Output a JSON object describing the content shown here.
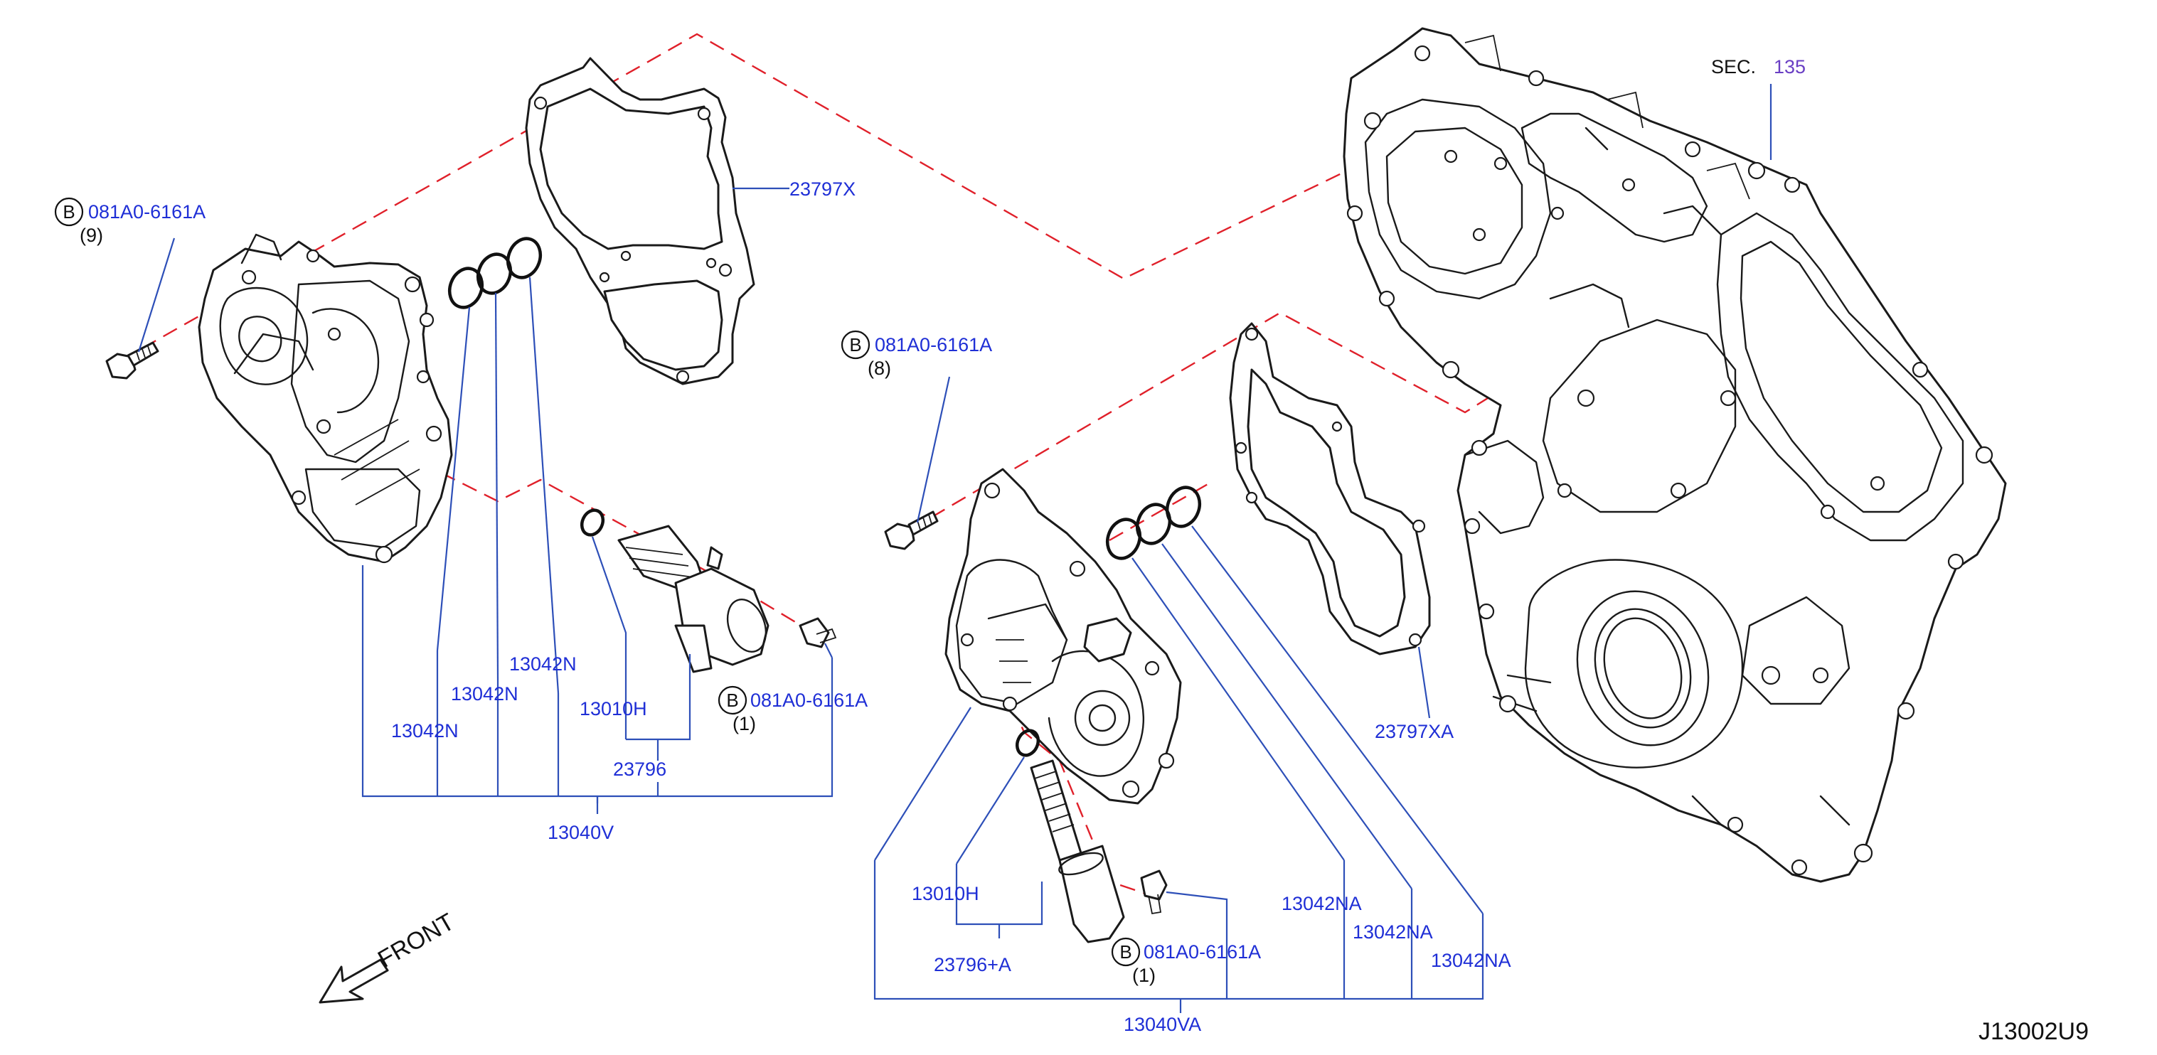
{
  "section": {
    "prefix": "SEC.",
    "number": "135"
  },
  "diagram_code": "J13002U9",
  "front_label": "FRONT",
  "bolt_marker": "B",
  "labels": {
    "gasket_upper": "23797X",
    "gasket_lower": "23797XA",
    "bolt_upper": "081A0-6161A",
    "bolt_upper_qty": "(9)",
    "bolt_mid": "081A0-6161A",
    "bolt_mid_qty": "(8)",
    "bolt_solenoid_upper": "081A0-6161A",
    "bolt_solenoid_upper_qty": "(1)",
    "bolt_solenoid_lower": "081A0-6161A",
    "bolt_solenoid_lower_qty": "(1)",
    "oring_upper_1": "13042N",
    "oring_upper_2": "13042N",
    "oring_upper_3": "13042N",
    "oring_lower_1": "13042NA",
    "oring_lower_2": "13042NA",
    "oring_lower_3": "13042NA",
    "oring_solenoid_upper": "13010H",
    "oring_solenoid_lower": "13010H",
    "solenoid_upper": "23796",
    "solenoid_lower": "23796+A",
    "cover_assy_upper": "13040V",
    "cover_assy_lower": "13040VA"
  }
}
